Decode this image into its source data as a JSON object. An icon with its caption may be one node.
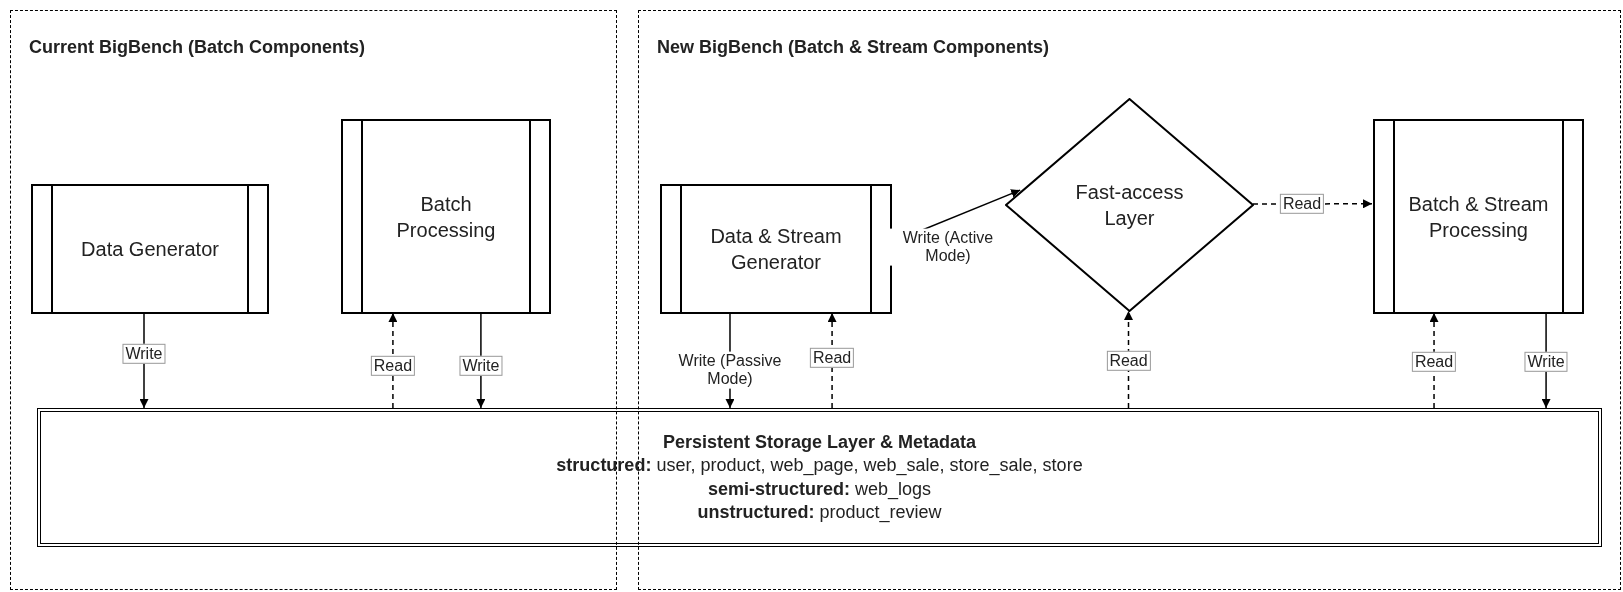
{
  "diagram": {
    "nodes": [
      {
        "text": [
          "Current BigBench (Batch Components)"
        ]
      },
      {
        "text": [
          "Data Generator"
        ],
        "in": 0
      },
      {
        "text": [
          "Batch Processing"
        ],
        "in": 0
      },
      {
        "text": [
          "New BigBench (Batch & Stream Components)"
        ]
      },
      {
        "text": [
          "Data & Stream Generator"
        ],
        "in": 3
      },
      {
        "text": [
          "Fast-access Layer"
        ],
        "in": 3
      },
      {
        "text": [
          "Batch & Stream Processing"
        ],
        "in": 3
      },
      {
        "text": [
          "Persistent Storage Layer & Metadata",
          "**structured:** user, product, web_page, web_sale, store_sale, store",
          "**semi-structured:** web_logs",
          "**unstructured:** product_review"
        ]
      }
    ],
    "edges": [
      {
        "from": 1,
        "to": 7,
        "arrow": "to",
        "label": "Write"
      },
      {
        "from": 7,
        "to": 2,
        "arrow": "to",
        "label": "Read",
        "style": "dashed"
      },
      {
        "from": 2,
        "to": 7,
        "arrow": "to",
        "label": "Write"
      },
      {
        "from": 4,
        "to": 7,
        "arrow": "to",
        "label": "Write (Passive Mode)"
      },
      {
        "from": 7,
        "to": 4,
        "arrow": "to",
        "label": "Read",
        "style": "dashed"
      },
      {
        "from": 4,
        "to": 5,
        "arrow": "to",
        "label": "Write (Active Mode)"
      },
      {
        "from": 7,
        "to": 5,
        "arrow": "to",
        "label": "Read",
        "style": "dashed"
      },
      {
        "from": 5,
        "to": 6,
        "arrow": "to",
        "label": "Read",
        "style": "dashed"
      },
      {
        "from": 7,
        "to": 6,
        "arrow": "to",
        "label": "Read",
        "style": "dashed"
      },
      {
        "from": 6,
        "to": 7,
        "arrow": "to",
        "label": "Write"
      }
    ]
  }
}
